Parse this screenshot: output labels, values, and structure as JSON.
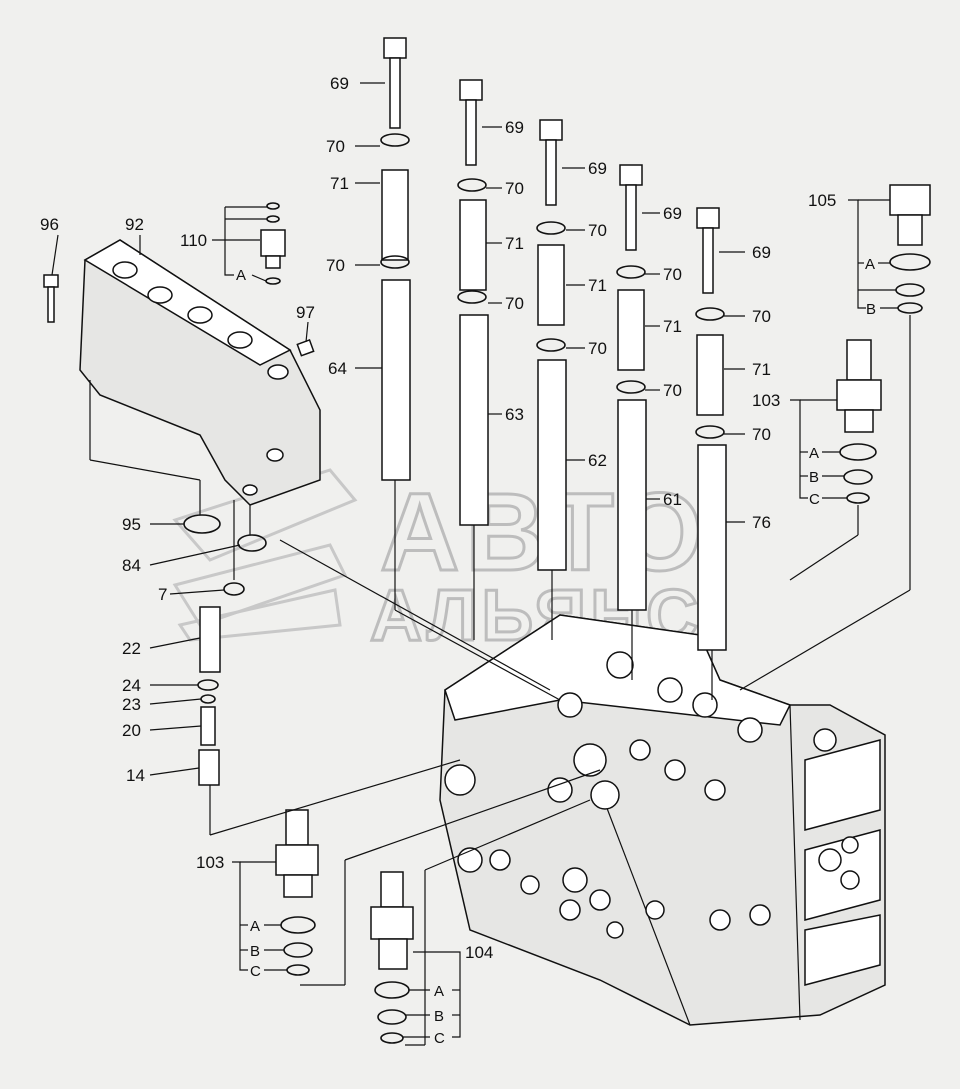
{
  "watermark": {
    "line1": "АВТО",
    "line2": "АЛЬЯНС"
  },
  "labels": {
    "p69": "69",
    "p70": "70",
    "p71": "71",
    "p64": "64",
    "p63": "63",
    "p62": "62",
    "p61": "61",
    "p76": "76",
    "p96": "96",
    "p92": "92",
    "p110": "110",
    "p97": "97",
    "p105": "105",
    "p103": "103",
    "p104": "104",
    "p95": "95",
    "p84": "84",
    "p7": "7",
    "p22": "22",
    "p24": "24",
    "p23": "23",
    "p20": "20",
    "p14": "14",
    "A": "A",
    "B": "B",
    "C": "C"
  }
}
